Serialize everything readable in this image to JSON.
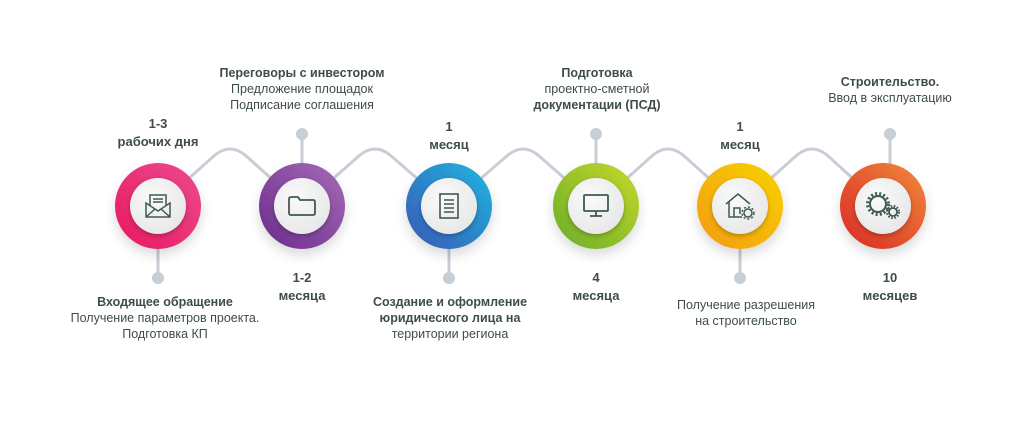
{
  "steps": [
    {
      "title": "Входящее обращение",
      "lines": [
        "Получение параметров проекта.",
        "Подготовка КП"
      ],
      "duration": [
        "1-3",
        "рабочих дня"
      ],
      "icon": "envelope-icon",
      "colors": [
        "#e8185f",
        "#ec4c8f"
      ]
    },
    {
      "title": "Переговоры с инвестором",
      "lines": [
        "Предложение площадок",
        "Подписание соглашения"
      ],
      "duration": [
        "1-2",
        "месяца"
      ],
      "icon": "folder-icon",
      "colors": [
        "#6b2c8c",
        "#a66bb8"
      ]
    },
    {
      "title": "Создание и оформление",
      "lines": [
        "юридического лица на",
        "территории региона"
      ],
      "duration": [
        "1",
        "месяц"
      ],
      "icon": "document-icon",
      "colors": [
        "#3a57b5",
        "#1fb8df"
      ]
    },
    {
      "title": "Подготовка",
      "lines": [
        "проектно-сметной",
        "документации (ПСД)"
      ],
      "duration": [
        "4",
        "месяца"
      ],
      "icon": "monitor-icon",
      "colors": [
        "#6aad2a",
        "#c5d82b"
      ]
    },
    {
      "title": "",
      "lines": [
        "Получение разрешения",
        "на строительство"
      ],
      "duration": [
        "1",
        "месяц"
      ],
      "icon": "house-gear-icon",
      "colors": [
        "#f39a12",
        "#f7d300"
      ]
    },
    {
      "title": "Строительство.",
      "lines": [
        "Ввод в эксплуатацию"
      ],
      "duration": [
        "10",
        "месяцев"
      ],
      "icon": "gears-icon",
      "colors": [
        "#d82a25",
        "#f08a3a"
      ]
    }
  ]
}
